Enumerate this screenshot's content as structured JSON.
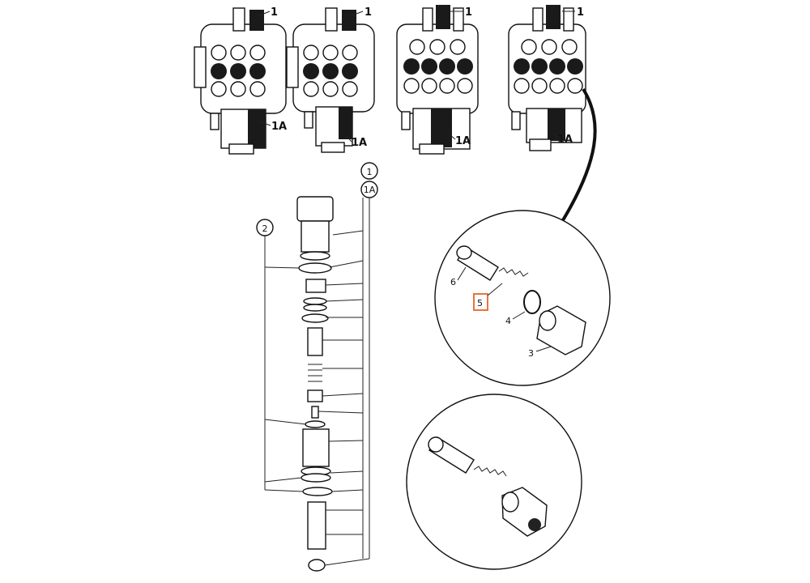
{
  "diagram": {
    "valve_labels": [
      {
        "top": "1",
        "bottom": "1A"
      },
      {
        "top": "1",
        "bottom": "1A"
      },
      {
        "top": "1",
        "bottom": "1A"
      },
      {
        "top": "1",
        "bottom": "1A"
      }
    ],
    "exploded_callouts": {
      "c1": "1",
      "c1a": "1A",
      "c2": "2"
    },
    "detail_callouts": {
      "p6": "6",
      "p5": "5",
      "p4": "4",
      "p3": "3"
    },
    "highlight_color": "#e8743b"
  }
}
